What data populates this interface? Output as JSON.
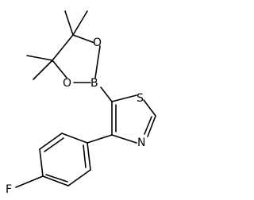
{
  "molecule": {
    "atoms": [
      {
        "id": "O1",
        "label": "O"
      },
      {
        "id": "O2",
        "label": "O"
      },
      {
        "id": "B",
        "label": "B"
      },
      {
        "id": "S",
        "label": "S"
      },
      {
        "id": "N",
        "label": "N"
      },
      {
        "id": "F",
        "label": "F"
      }
    ]
  },
  "colors": {
    "bond": "#000000",
    "text": "#000000",
    "background": "#ffffff"
  }
}
